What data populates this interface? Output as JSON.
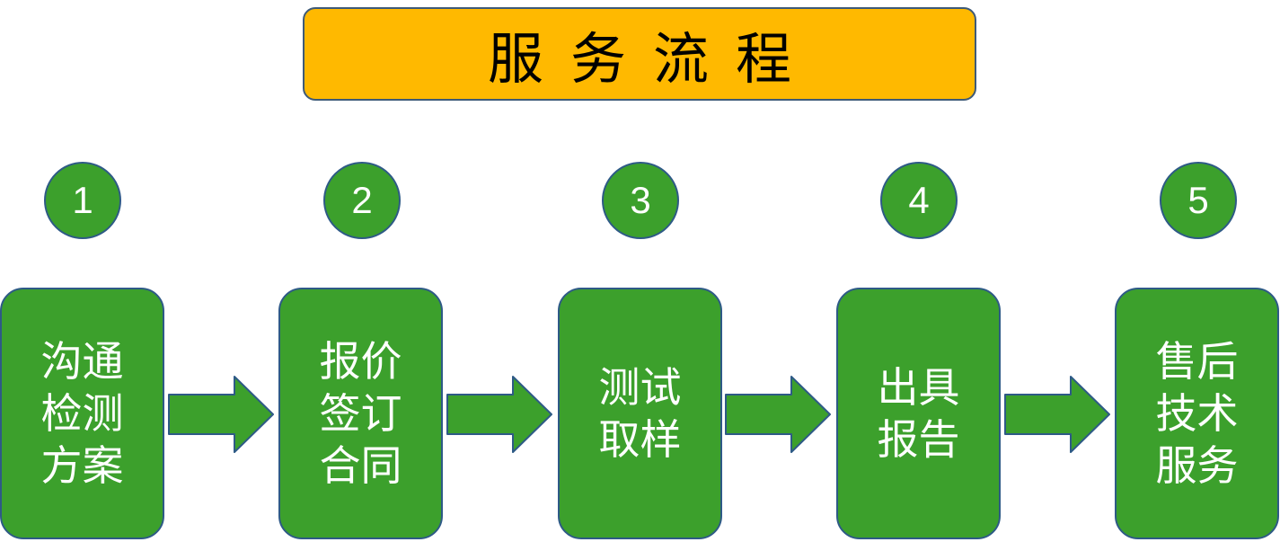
{
  "title": "服务流程",
  "colors": {
    "title_bg": "#FFB900",
    "step_green": "#3CA02C",
    "outline": "#2E5A86",
    "text_white": "#FFFFFF"
  },
  "steps": [
    {
      "number": "1",
      "label": "沟通\n检测\n方案"
    },
    {
      "number": "2",
      "label": "报价\n签订\n合同"
    },
    {
      "number": "3",
      "label": "测试\n取样"
    },
    {
      "number": "4",
      "label": "出具\n报告"
    },
    {
      "number": "5",
      "label": "售后\n技术\n服务"
    }
  ]
}
